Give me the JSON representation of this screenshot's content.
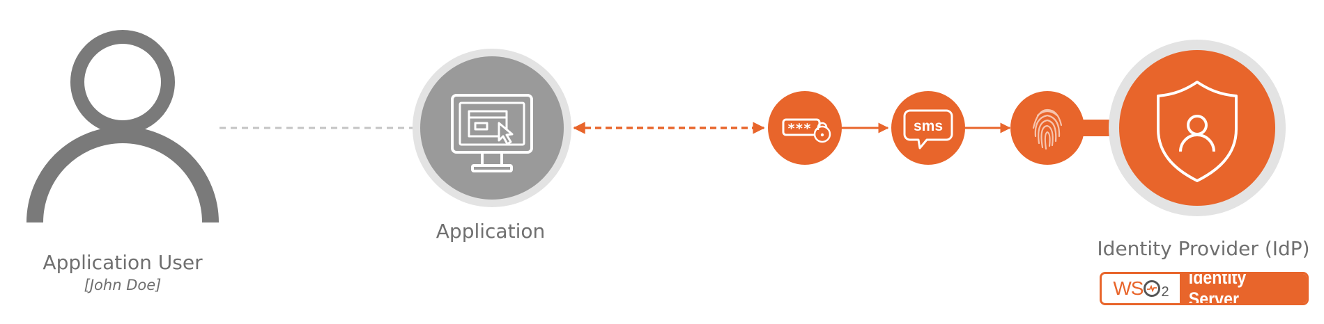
{
  "nodes": {
    "user": {
      "label": "Application User",
      "sublabel": "[John Doe]",
      "icon": "user-icon"
    },
    "application": {
      "label": "Application",
      "icon": "monitor-icon"
    },
    "idp": {
      "label": "Identity Provider (IdP)",
      "icon": "shield-user-icon"
    }
  },
  "factors": [
    {
      "icon": "password-icon",
      "text": "***"
    },
    {
      "icon": "sms-icon",
      "text": "sms"
    },
    {
      "icon": "fingerprint-icon"
    }
  ],
  "badge": {
    "logo_prefix": "WS",
    "logo_suffix": "2",
    "product": "Identity Server"
  },
  "colors": {
    "accent": "#e8652b",
    "gray_icon": "#7a7a7a",
    "ring": "#e3e3e3",
    "label": "#6f6f6f",
    "dashed_line": "#c4c4c4"
  }
}
